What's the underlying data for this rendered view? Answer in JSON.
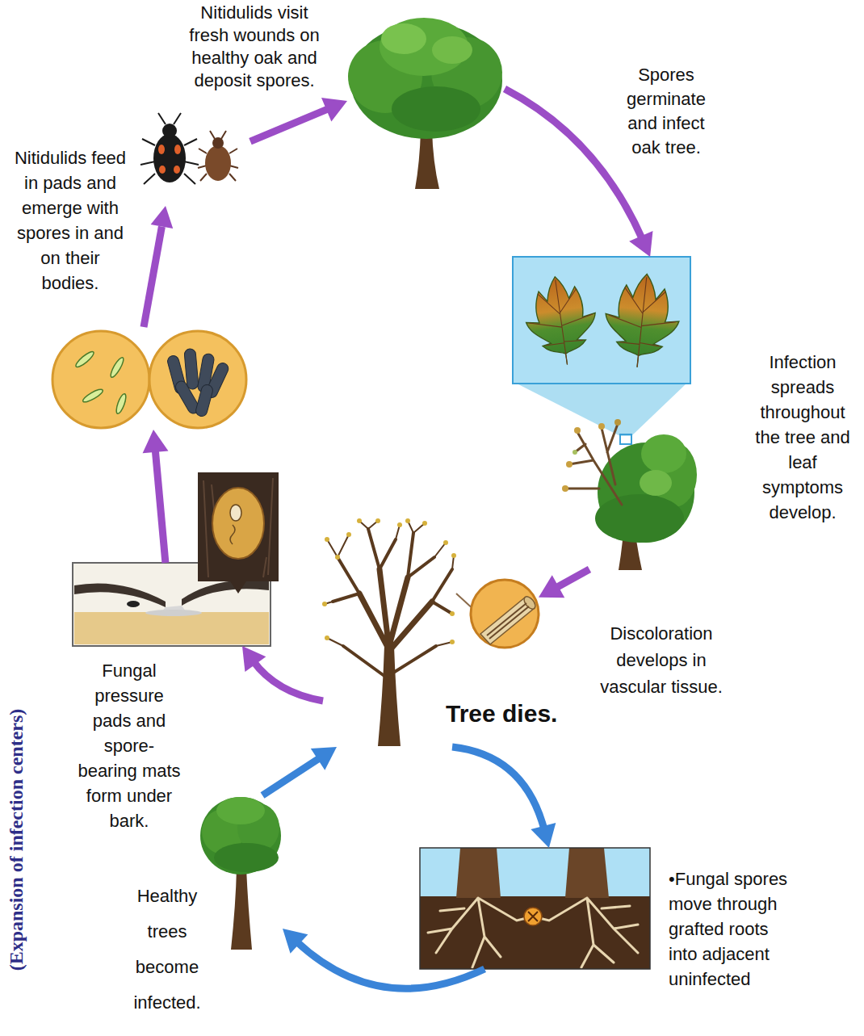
{
  "diagram": {
    "nodes": [
      {
        "text": [
          "Spores germinate and infect oak tree."
        ]
      },
      {
        "text": [
          "Infection spreads throughout the tree and leaf symptoms develop."
        ]
      },
      {
        "text": [
          "Discoloration develops in vascular tissue."
        ]
      },
      {
        "text": [
          "Tree dies."
        ]
      },
      {
        "text": [
          "Fungal pressure pads and spore-bearing mats form under bark."
        ]
      },
      {
        "text": [
          "Nitidulids feed in pads and emerge with spores in and on their bodies."
        ]
      },
      {
        "text": [
          "•Fungal spores move through grafted roots into adjacent uninfected"
        ]
      },
      {
        "text": [
          "Healthy trees become infected."
        ]
      }
    ],
    "edges": [
      {
        "from": 0,
        "to": 1,
        "arrow": "to"
      },
      {
        "from": 1,
        "to": 2,
        "arrow": "to"
      },
      {
        "from": 3,
        "to": 2,
        "arrow": "none"
      },
      {
        "from": 3,
        "to": 4,
        "arrow": "to"
      },
      {
        "from": 4,
        "to": 5,
        "arrow": "to"
      },
      {
        "from": 5,
        "to": 0,
        "arrow": "to",
        "label": "Nitidulids visit fresh wounds on healthy oak and deposit spores."
      },
      {
        "from": 3,
        "to": 6,
        "arrow": "to"
      },
      {
        "from": 6,
        "to": 7,
        "arrow": "to"
      },
      {
        "from": 7,
        "to": 3,
        "arrow": "to"
      }
    ],
    "labels": [
      "(Expansion of infection centers)"
    ]
  }
}
